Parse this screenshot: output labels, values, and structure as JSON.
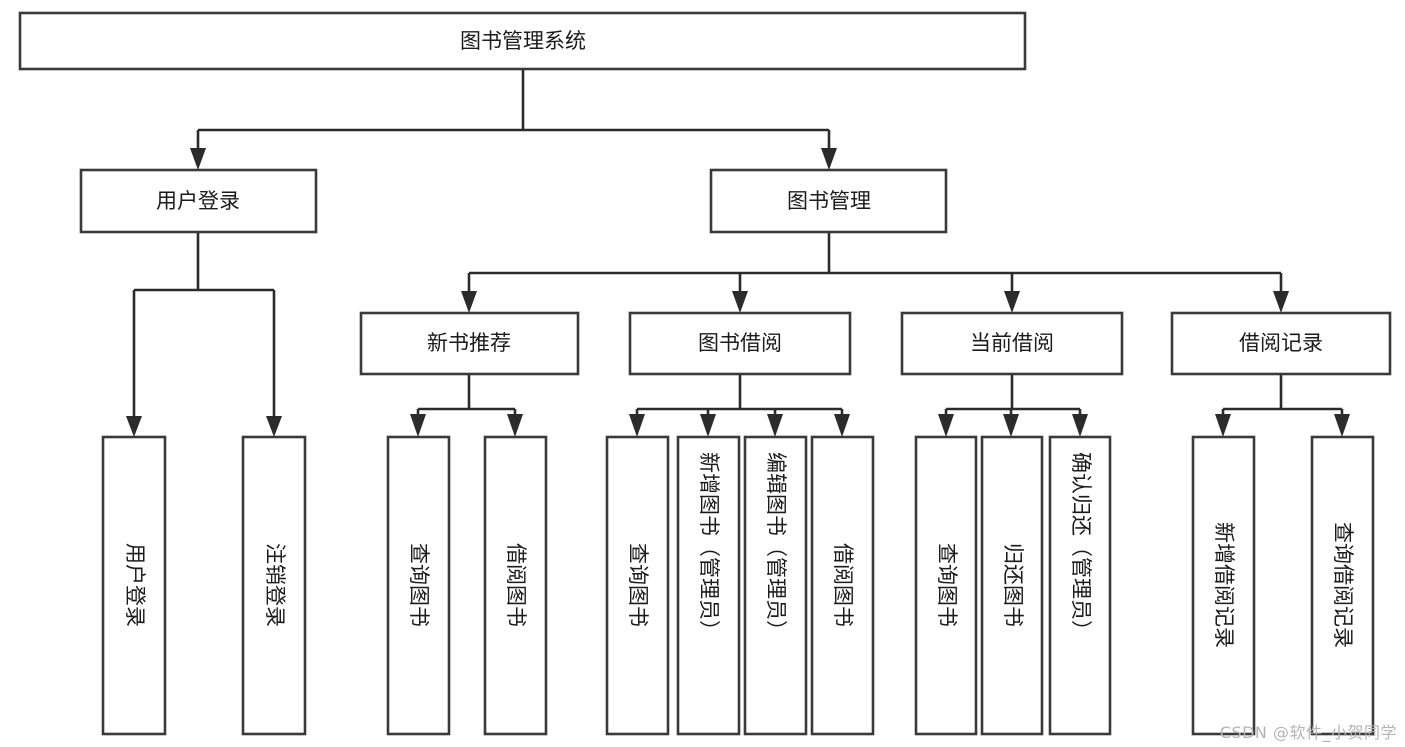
{
  "diagram": {
    "title": "图书管理系统",
    "watermark": "CSDN @软件_小贺同学",
    "root": {
      "label": "图书管理系统"
    },
    "level2": [
      {
        "label": "用户登录"
      },
      {
        "label": "图书管理"
      }
    ],
    "level3": [
      {
        "label": "新书推荐"
      },
      {
        "label": "图书借阅"
      },
      {
        "label": "当前借阅"
      },
      {
        "label": "借阅记录"
      }
    ],
    "leaves": {
      "user_login": [
        {
          "label": "用户登录"
        },
        {
          "label": "注销登录"
        }
      ],
      "new_book_recommend": [
        {
          "label": "查询图书"
        },
        {
          "label": "借阅图书"
        }
      ],
      "book_borrow": [
        {
          "label": "查询图书"
        },
        {
          "label": "新增图书（管理员）"
        },
        {
          "label": "编辑图书（管理员）"
        },
        {
          "label": "借阅图书"
        }
      ],
      "current_borrow": [
        {
          "label": "查询图书"
        },
        {
          "label": "归还图书"
        },
        {
          "label": "确认归还（管理员）"
        }
      ],
      "borrow_record": [
        {
          "label": "新增借阅记录"
        },
        {
          "label": "查询借阅记录"
        }
      ]
    },
    "colors": {
      "box_border": "#3a3a3a",
      "connector": "#2b2b2b",
      "text": "#1b1b1b",
      "background": "#ffffff",
      "watermark": "#b4b4b4"
    }
  }
}
